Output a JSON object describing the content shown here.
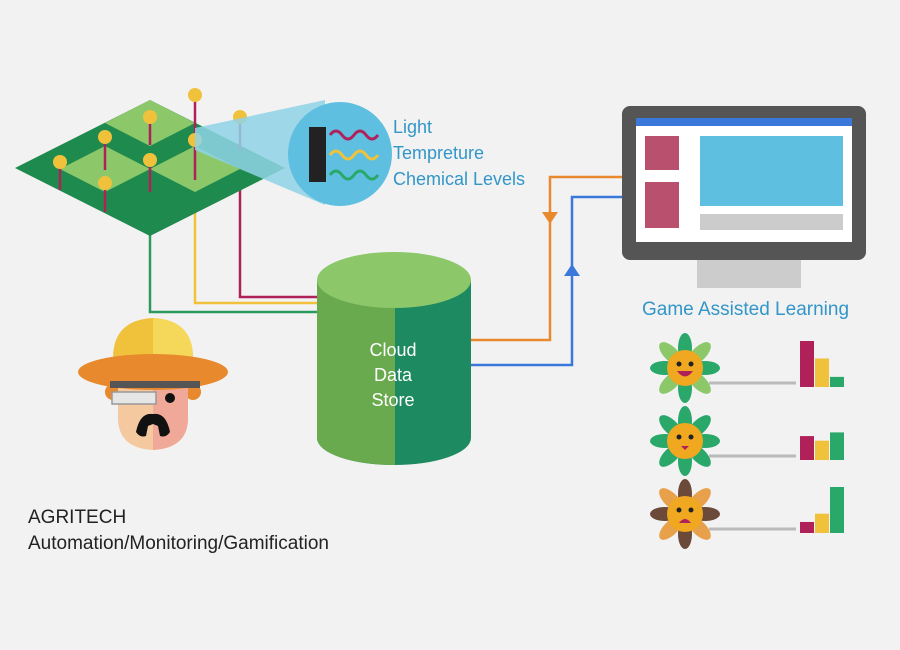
{
  "sensor_labels": [
    "Light",
    "Tempreture",
    "Chemical Levels"
  ],
  "cloud_label": [
    "Cloud",
    "Data",
    "Store"
  ],
  "game_title": "Game Assisted Learning",
  "caption": {
    "title": "AGRITECH",
    "subtitle": "Automation/Monitoring/Gamification"
  },
  "players": [
    {
      "mood": "happy",
      "bars": [
        1.0,
        0.62,
        0.22
      ]
    },
    {
      "mood": "neutral",
      "bars": [
        0.52,
        0.42,
        0.6
      ]
    },
    {
      "mood": "sad",
      "bars": [
        0.24,
        0.42,
        1.0
      ]
    }
  ],
  "colors": {
    "light_wave": "#b0215a",
    "temperature_wave": "#f0c23c",
    "chemical_wave": "#2aa86a",
    "accent_text": "#3296c8",
    "cloud_light": "#6aaa4e",
    "cloud_dark": "#1e8a62",
    "upload_arrow": "#e8892e",
    "download_arrow": "#3a78dc"
  },
  "icons": [
    "field-grid-icon",
    "sensor-lens-icon",
    "farmer-avatar-icon",
    "database-cylinder-icon",
    "monitor-icon",
    "flower-icon"
  ]
}
